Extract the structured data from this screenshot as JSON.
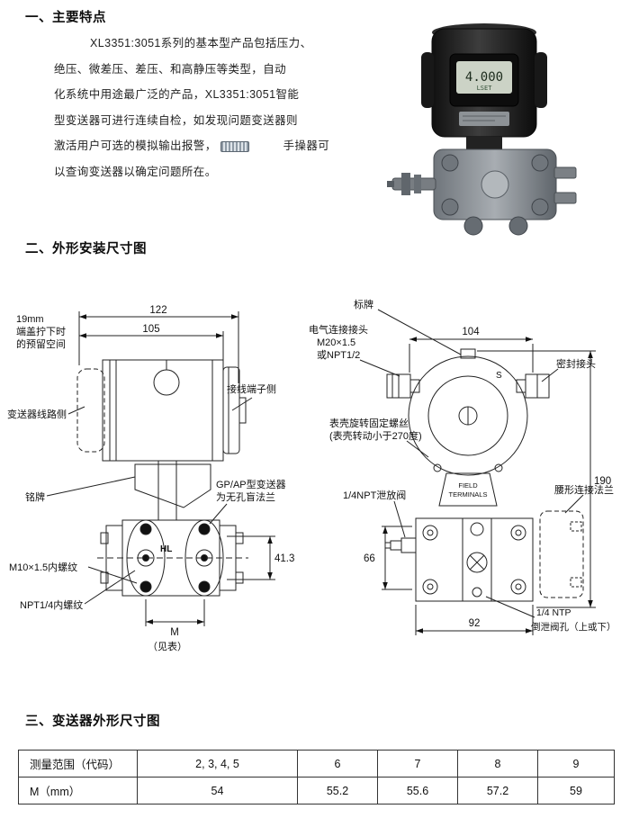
{
  "section1": {
    "title": "一、主要特点",
    "lines": [
      "XL3351:3051系列的基本型产品包括压力、",
      "绝压、微差压、差压、和高静压等类型，自动",
      "化系统中用途最广泛的产品，XL3351:3051智能",
      "型变送器可进行连续自检，如发现问题变送器则"
    ],
    "line5a": "激活用户可选的模拟输出报警，",
    "line5b": "手操器可",
    "line6": "以查询变送器以确定问题所在。"
  },
  "device_photo": {
    "display_value": "4.000",
    "display_label": "LSET"
  },
  "section2": {
    "title": "二、外形安装尺寸图",
    "left": {
      "reserved_l1": "19mm",
      "reserved_l2": "端盖拧下时",
      "reserved_l3": "的预留空间",
      "dim_width_122": "122",
      "dim_width_105": "105",
      "terminal_side": "接线端子侧",
      "circuit_side": "变送器线路侧",
      "nameplate": "铭牌",
      "gpap_l1": "GP/AP型变送器",
      "gpap_l2": "为无孔盲法兰",
      "hl_mark": "HL",
      "dim_bolt_41_3": "41.3",
      "thread_m10": "M10×1.5内螺纹",
      "thread_npt": "NPT1/4内螺纹",
      "dim_m": "M",
      "see_table": "（见表）"
    },
    "right": {
      "label_plate": "标牌",
      "elec_l1": "电气连接接头",
      "elec_l2": "M20×1.5",
      "elec_l3": "或NPT1/2",
      "dim_104": "104",
      "seal_connector": "密封接头",
      "s_mark": "S",
      "rotate_l1": "表壳旋转固定螺丝",
      "rotate_l2": "(表壳转动小于270度)",
      "field_l1": "FIELD",
      "field_l2": "TERMINALS",
      "drain_valve": "1/4NPT泄放阀",
      "waist_flange": "腰形连接法兰",
      "dim_190": "190",
      "dim_66": "66",
      "dim_92": "92",
      "inverted_l1": "1/4 NTP",
      "inverted_l2": "倒泄阀孔（上或下）"
    }
  },
  "section3": {
    "title": "三、变送器外形尺寸图",
    "table": {
      "rows": [
        [
          "测量范围（代码）",
          "2, 3, 4, 5",
          "6",
          "7",
          "8",
          "9"
        ],
        [
          "M（mm）",
          "54",
          "55.2",
          "55.6",
          "57.2",
          "59"
        ]
      ]
    }
  }
}
